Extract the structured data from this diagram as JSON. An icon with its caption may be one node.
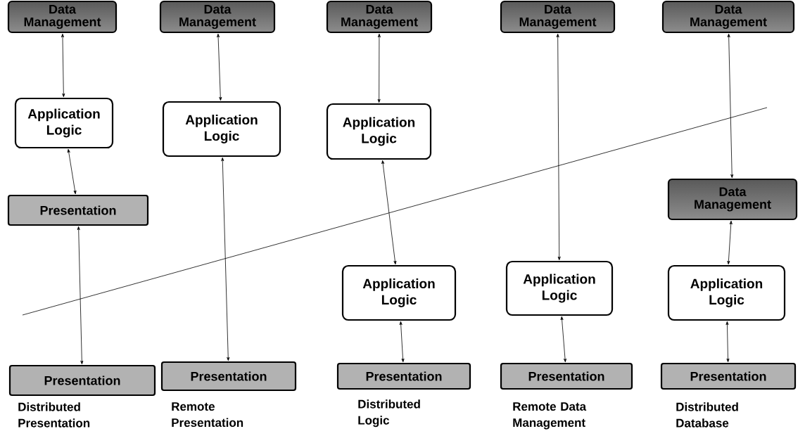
{
  "diagram": {
    "nodes": [
      {
        "text": [
          "Data Management"
        ]
      },
      {
        "text": [
          "Application Logic"
        ]
      },
      {
        "text": [
          "Presentation"
        ]
      },
      {
        "text": [
          "Presentation"
        ]
      },
      {
        "text": [
          "Data Management"
        ]
      },
      {
        "text": [
          "Application Logic"
        ]
      },
      {
        "text": [
          "Presentation"
        ]
      },
      {
        "text": [
          "Data Management"
        ]
      },
      {
        "text": [
          "Application Logic"
        ]
      },
      {
        "text": [
          "Application Logic"
        ]
      },
      {
        "text": [
          "Presentation"
        ]
      },
      {
        "text": [
          "Data Management"
        ]
      },
      {
        "text": [
          "Application Logic"
        ]
      },
      {
        "text": [
          "Presentation"
        ]
      },
      {
        "text": [
          "Data Management"
        ]
      },
      {
        "text": [
          "Data Management"
        ]
      },
      {
        "text": [
          "Application Logic"
        ]
      },
      {
        "text": [
          "Presentation"
        ]
      }
    ],
    "labels": [
      "Distributed Presentation",
      "Remote Presentation",
      "Distributed Logic",
      "Remote Data Management",
      "Distributed Database"
    ],
    "edges": [
      {
        "from": 0,
        "to": 1,
        "arrow": "both"
      },
      {
        "from": 1,
        "to": 2,
        "arrow": "both"
      },
      {
        "from": 2,
        "to": 3,
        "arrow": "both"
      },
      {
        "from": 4,
        "to": 5,
        "arrow": "both"
      },
      {
        "from": 5,
        "to": 6,
        "arrow": "both"
      },
      {
        "from": 7,
        "to": 8,
        "arrow": "both"
      },
      {
        "from": 8,
        "to": 9,
        "arrow": "both"
      },
      {
        "from": 9,
        "to": 10,
        "arrow": "both"
      },
      {
        "from": 11,
        "to": 12,
        "arrow": "both"
      },
      {
        "from": 12,
        "to": 13,
        "arrow": "both"
      },
      {
        "from": 14,
        "to": 15,
        "arrow": "both"
      },
      {
        "from": 15,
        "to": 16,
        "arrow": "both"
      },
      {
        "from": 16,
        "to": 17,
        "arrow": "both"
      }
    ]
  }
}
